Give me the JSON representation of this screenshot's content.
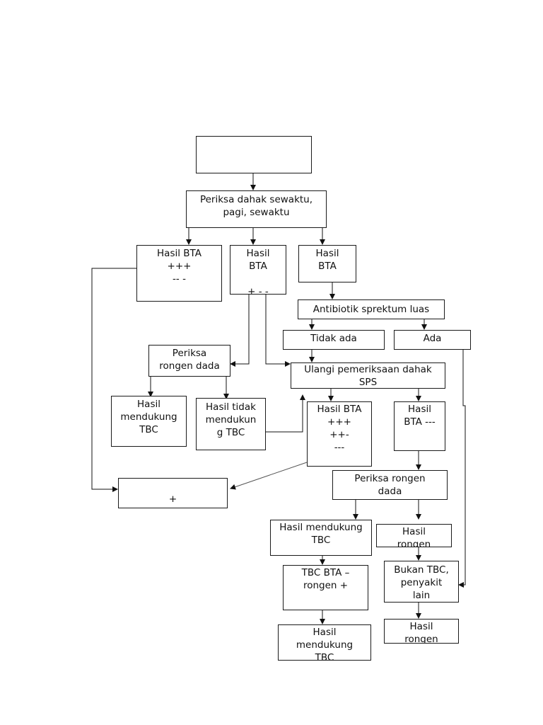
{
  "diagram": {
    "nodes": {
      "start": "",
      "periksa_dahak": "Periksa dahak sewaktu,\npagi, sewaktu",
      "bta_positive": "Hasil BTA\n+++\n-- -",
      "bta_mixed": "Hasil\nBTA\n\n+ - -",
      "bta_negative": "Hasil\nBTA",
      "antibiotik": "Antibiotik sprektum luas",
      "tidak_ada": "Tidak ada",
      "ada": "Ada",
      "ulangi": "Ulangi pemeriksaan dahak\nSPS",
      "periksa_rongen_1": "Periksa\nrongen dada",
      "hasil_mendukung_1": "Hasil\nmendukung\nTBC",
      "hasil_tidak_mendukung": "Hasil tidak\nmendukun\ng TBC",
      "bta_repeat_positive": "Hasil BTA\n+++\n++-\n---",
      "bta_repeat_negative": "Hasil\nBTA ---",
      "result_positive": "\n+",
      "periksa_rongen_2": "Periksa rongen\ndada",
      "hasil_mendukung_2": "Hasil mendukung\nTBC",
      "hasil_rongen_1": "Hasil\nrongen",
      "tbc_bta_neg": "TBC BTA –\nrongen +",
      "bukan_tbc": "Bukan TBC,\npenyakit\nlain",
      "hasil_mendukung_3": "Hasil\nmendukung\nTBC",
      "hasil_rongen_2": "Hasil\nrongen"
    }
  }
}
